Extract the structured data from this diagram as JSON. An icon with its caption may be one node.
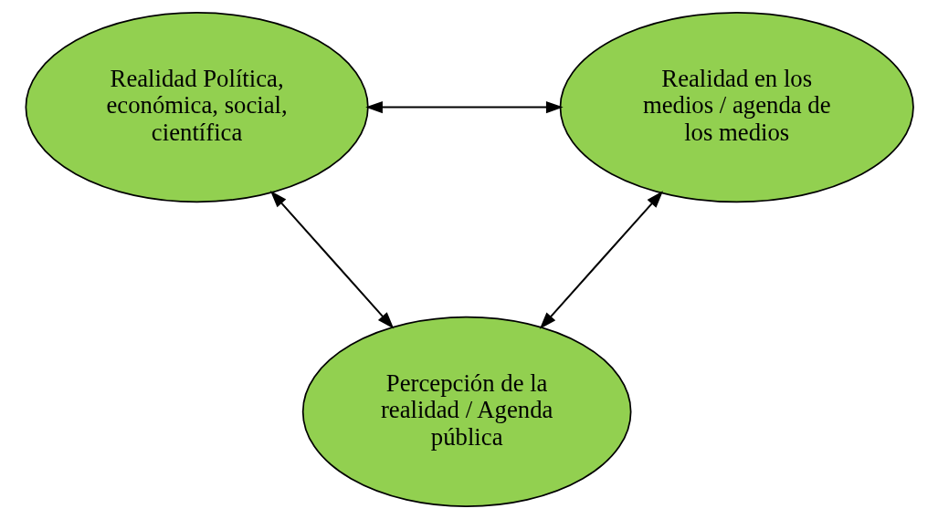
{
  "diagram": {
    "nodes": [
      {
        "text": [
          "Realidad Política, económica, social, científica"
        ]
      },
      {
        "text": [
          "Realidad en los medios / agenda de los medios"
        ]
      },
      {
        "text": [
          "Percepción de la realidad / Agenda pública"
        ]
      }
    ],
    "edges": [
      {
        "from": 0,
        "to": 1,
        "arrow": "both"
      },
      {
        "from": 0,
        "to": 2,
        "arrow": "both"
      },
      {
        "from": 1,
        "to": 2,
        "arrow": "both"
      }
    ]
  }
}
